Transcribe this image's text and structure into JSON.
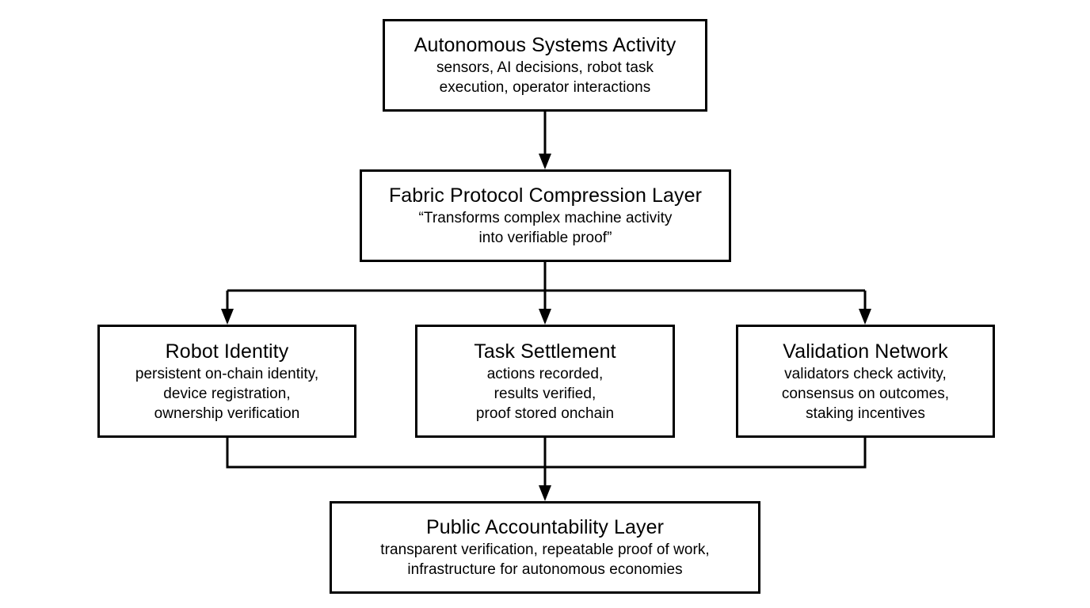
{
  "diagram": {
    "title": "Fabric Protocol autonomous systems accountability flow",
    "background_color": "#ffffff",
    "stroke_color": "#000000",
    "nodes": [
      {
        "id": "autonomous-systems-activity",
        "title": "Autonomous Systems Activity",
        "description": "sensors, AI decisions, robot task\nexecution, operator interactions"
      },
      {
        "id": "fabric-protocol-compression-layer",
        "title": "Fabric Protocol Compression Layer",
        "description": "“Transforms complex machine activity\ninto verifiable proof”"
      },
      {
        "id": "robot-identity",
        "title": "Robot Identity",
        "description": "persistent on-chain identity,\ndevice registration,\nownership verification"
      },
      {
        "id": "task-settlement",
        "title": "Task Settlement",
        "description": "actions recorded,\nresults verified,\nproof stored onchain"
      },
      {
        "id": "validation-network",
        "title": "Validation Network",
        "description": "validators check activity,\nconsensus on outcomes,\nstaking incentives"
      },
      {
        "id": "public-accountability-layer",
        "title": "Public Accountability Layer",
        "description": "transparent verification, repeatable proof of work,\ninfrastructure for autonomous economies"
      }
    ],
    "edges": [
      {
        "id": "edge-activity-to-fabric",
        "from": "autonomous-systems-activity",
        "to": "fabric-protocol-compression-layer",
        "style": "straight-arrow"
      },
      {
        "id": "edge-fabric-to-identity",
        "from": "fabric-protocol-compression-layer",
        "to": "robot-identity",
        "style": "elbow-arrow"
      },
      {
        "id": "edge-fabric-to-settlement",
        "from": "fabric-protocol-compression-layer",
        "to": "task-settlement",
        "style": "straight-arrow"
      },
      {
        "id": "edge-fabric-to-validation",
        "from": "fabric-protocol-compression-layer",
        "to": "validation-network",
        "style": "elbow-arrow"
      },
      {
        "id": "edge-identity-to-public",
        "from": "robot-identity",
        "to": "public-accountability-layer",
        "style": "elbow-merge"
      },
      {
        "id": "edge-settlement-to-public",
        "from": "task-settlement",
        "to": "public-accountability-layer",
        "style": "straight-arrow"
      },
      {
        "id": "edge-validation-to-public",
        "from": "validation-network",
        "to": "public-accountability-layer",
        "style": "elbow-merge"
      }
    ]
  }
}
